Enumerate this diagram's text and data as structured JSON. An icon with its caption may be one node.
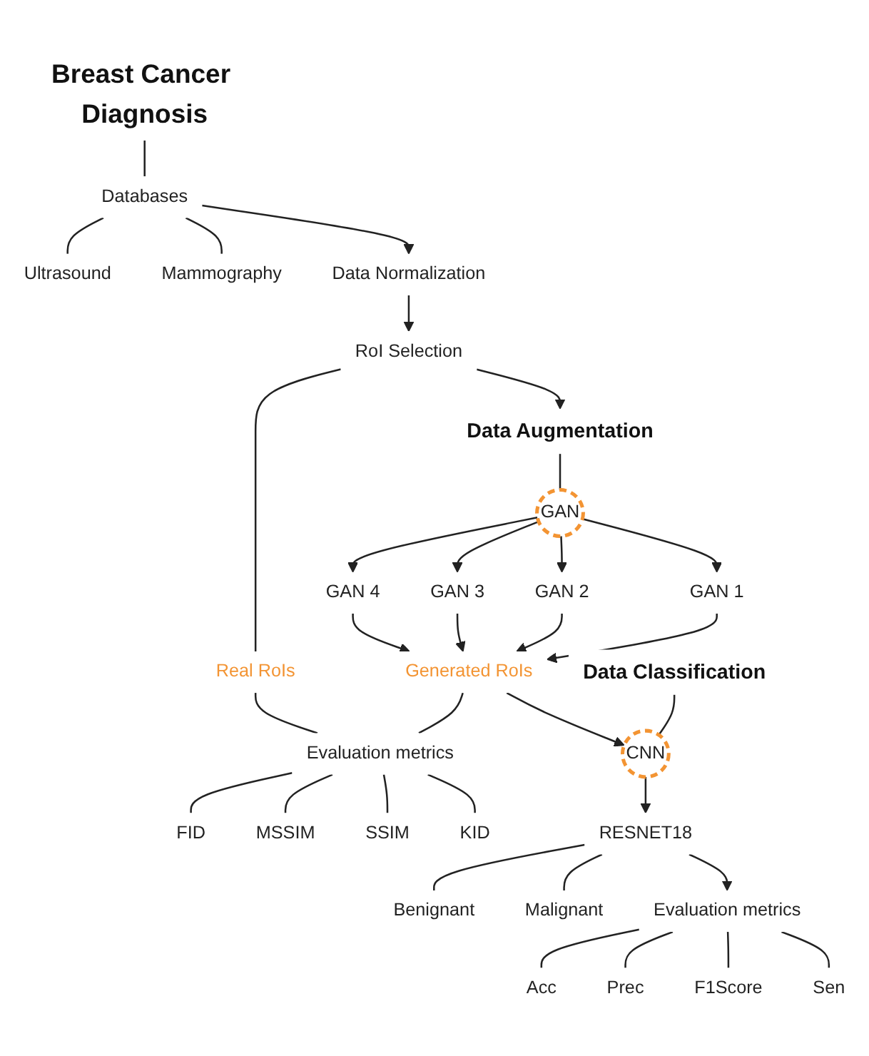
{
  "diagram": {
    "nodes": [
      {
        "text": [
          "Breast Cancer Diagnosis"
        ]
      },
      {
        "text": [
          "Databases"
        ]
      },
      {
        "text": [
          "Ultrasound"
        ]
      },
      {
        "text": [
          "Mammography"
        ]
      },
      {
        "text": [
          "Data Normalization"
        ]
      },
      {
        "text": [
          "RoI Selection"
        ]
      },
      {
        "text": [
          "Data Augmentation"
        ]
      },
      {
        "text": [
          "GAN"
        ]
      },
      {
        "text": [
          "GAN 4"
        ]
      },
      {
        "text": [
          "GAN 3"
        ]
      },
      {
        "text": [
          "GAN 2"
        ]
      },
      {
        "text": [
          "GAN 1"
        ]
      },
      {
        "text": [
          "Real RoIs"
        ]
      },
      {
        "text": [
          "Generated RoIs"
        ]
      },
      {
        "text": [
          "Evaluation metrics"
        ]
      },
      {
        "text": [
          "FID"
        ]
      },
      {
        "text": [
          "MSSIM"
        ]
      },
      {
        "text": [
          "SSIM"
        ]
      },
      {
        "text": [
          "KID"
        ]
      },
      {
        "text": [
          "Data Classification"
        ]
      },
      {
        "text": [
          "CNN"
        ]
      },
      {
        "text": [
          "RESNET18"
        ]
      },
      {
        "text": [
          "Benignant"
        ]
      },
      {
        "text": [
          "Malignant"
        ]
      },
      {
        "text": [
          "Evaluation metrics"
        ]
      },
      {
        "text": [
          "Acc"
        ]
      },
      {
        "text": [
          "Prec"
        ]
      },
      {
        "text": [
          "F1Score"
        ]
      },
      {
        "text": [
          "Sen"
        ]
      }
    ],
    "edges": [
      {
        "from": 0,
        "to": 1,
        "arrow": "none"
      },
      {
        "from": 1,
        "to": 2,
        "arrow": "none"
      },
      {
        "from": 1,
        "to": 3,
        "arrow": "none"
      },
      {
        "from": 1,
        "to": 4,
        "arrow": "to"
      },
      {
        "from": 4,
        "to": 5,
        "arrow": "to"
      },
      {
        "from": 5,
        "to": 6,
        "arrow": "to"
      },
      {
        "from": 5,
        "to": 12,
        "arrow": "none"
      },
      {
        "from": 6,
        "to": 7,
        "arrow": "none"
      },
      {
        "from": 7,
        "to": 8,
        "arrow": "to"
      },
      {
        "from": 7,
        "to": 9,
        "arrow": "to"
      },
      {
        "from": 7,
        "to": 10,
        "arrow": "to"
      },
      {
        "from": 7,
        "to": 11,
        "arrow": "to"
      },
      {
        "from": 8,
        "to": 13,
        "arrow": "to"
      },
      {
        "from": 9,
        "to": 13,
        "arrow": "to"
      },
      {
        "from": 10,
        "to": 13,
        "arrow": "to"
      },
      {
        "from": 11,
        "to": 13,
        "arrow": "to"
      },
      {
        "from": 12,
        "to": 14,
        "arrow": "none"
      },
      {
        "from": 13,
        "to": 14,
        "arrow": "none"
      },
      {
        "from": 14,
        "to": 15,
        "arrow": "none"
      },
      {
        "from": 14,
        "to": 16,
        "arrow": "none"
      },
      {
        "from": 14,
        "to": 17,
        "arrow": "none"
      },
      {
        "from": 14,
        "to": 18,
        "arrow": "none"
      },
      {
        "from": 13,
        "to": 20,
        "arrow": "to"
      },
      {
        "from": 19,
        "to": 20,
        "arrow": "none"
      },
      {
        "from": 20,
        "to": 21,
        "arrow": "to"
      },
      {
        "from": 21,
        "to": 22,
        "arrow": "none"
      },
      {
        "from": 21,
        "to": 23,
        "arrow": "none"
      },
      {
        "from": 21,
        "to": 24,
        "arrow": "to"
      },
      {
        "from": 24,
        "to": 25,
        "arrow": "none"
      },
      {
        "from": 24,
        "to": 26,
        "arrow": "none"
      },
      {
        "from": 24,
        "to": 27,
        "arrow": "none"
      },
      {
        "from": 24,
        "to": 28,
        "arrow": "none"
      }
    ]
  }
}
